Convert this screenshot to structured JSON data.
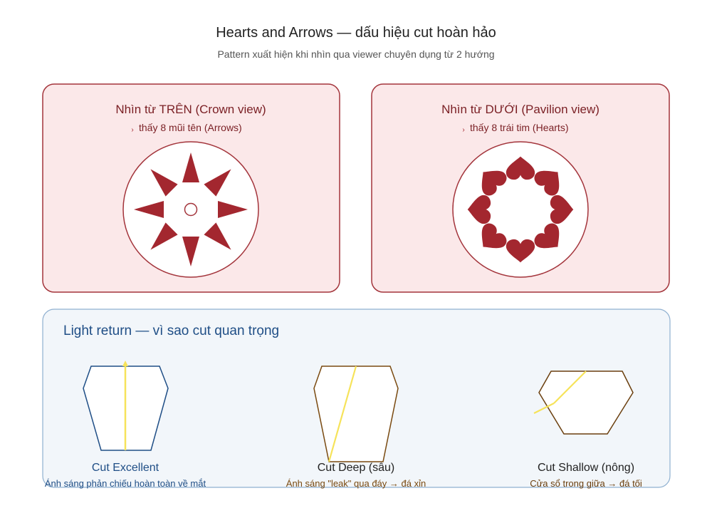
{
  "title": "Hearts and Arrows — dấu hiệu cut hoàn hảo",
  "subtitle": "Pattern xuất hiện khi nhìn qua viewer chuyên dụng từ 2 hướng",
  "crown_panel": {
    "heading": "Nhìn từ TRÊN (Crown view)",
    "caption": "thấy 8 mũi tên (Arrows)",
    "arrow_count": 8
  },
  "pavilion_panel": {
    "heading": "Nhìn từ DƯỚI (Pavilion view)",
    "caption": "thấy 8 trái tim (Hearts)",
    "heart_count": 8
  },
  "light_return": {
    "heading": "Light return — vì sao cut quan trọng",
    "cuts": [
      {
        "label": "Cut Excellent",
        "note": "Ánh sáng phản chiếu hoàn toàn về mắt"
      },
      {
        "label": "Cut Deep (sâu)",
        "note": "Ánh sáng \"leak\" qua đáy → đá xỉn"
      },
      {
        "label": "Cut Shallow (nông)",
        "note": "Cửa sổ trong giữa → đá tối"
      }
    ]
  },
  "colors": {
    "panel_fill": "#fbe8e9",
    "panel_border": "#a3343b",
    "motif": "#a3272f",
    "lr_fill": "#f2f6fa",
    "lr_border": "#8fb0d0",
    "excellent": "#1f4e86",
    "deep": "#7a4a10",
    "shallow": "#6b3f0e",
    "ray": "#f6e35a"
  }
}
